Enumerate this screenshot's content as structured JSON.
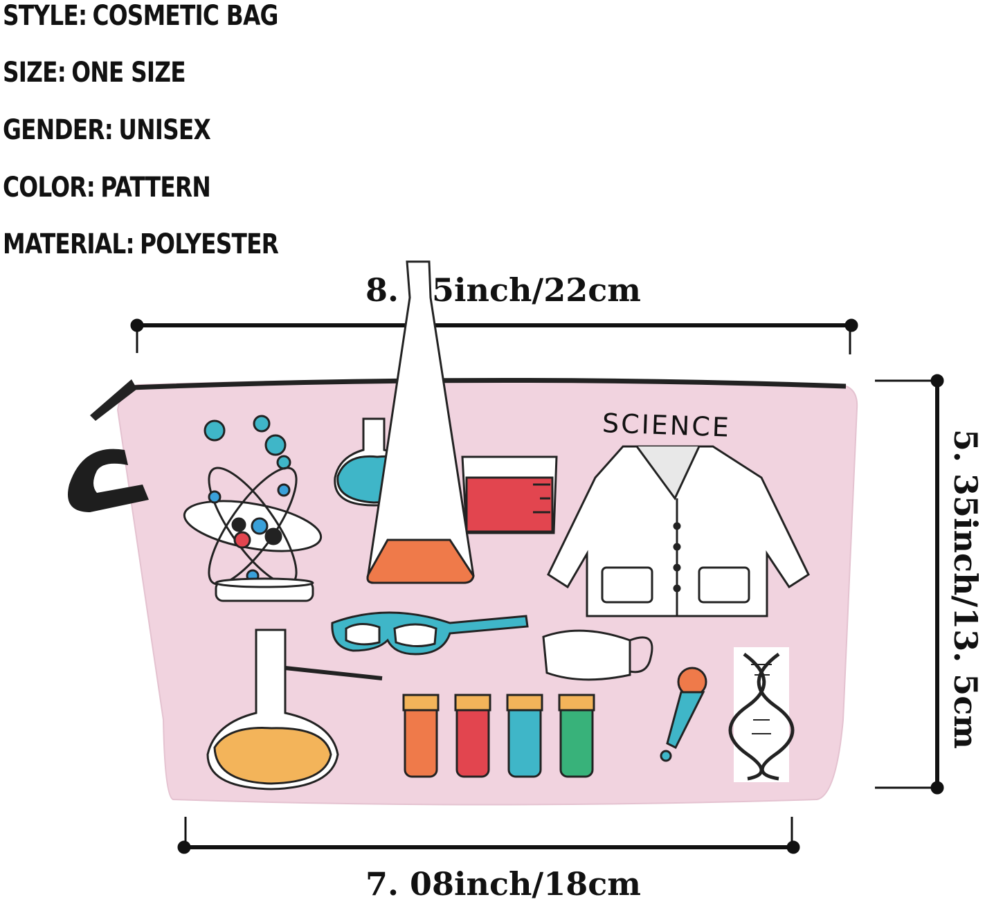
{
  "specs": [
    {
      "key": "STYLE:",
      "value": "COSMETIC BAG"
    },
    {
      "key": "SIZE:",
      "value": "ONE SIZE"
    },
    {
      "key": "GENDER:",
      "value": "UNISEX"
    },
    {
      "key": "COLOR:",
      "value": "PATTERN"
    },
    {
      "key": "MATERIAL:",
      "value": "POLYESTER"
    }
  ],
  "dimensions": {
    "top_width": "8. 65inch/22cm",
    "bottom_width": "7. 08inch/18cm",
    "height": "5. 35inch/13. 5cm"
  },
  "bag": {
    "print_text": "SCIENCE",
    "colors": {
      "fabric": "#f1d3df",
      "zipper": "#222222",
      "teal": "#3fb6c8",
      "red": "#e2454f",
      "orange": "#ef7a4a",
      "yellow": "#f3b45a",
      "green": "#38b27a",
      "blue": "#3aa0d9"
    }
  }
}
